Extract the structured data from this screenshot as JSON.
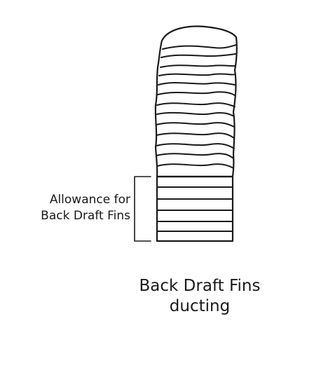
{
  "allowance_label": {
    "line1": "Allowance for",
    "line2": "Back Draft Fins"
  },
  "caption": {
    "line1": "Back Draft Fins",
    "line2": "ducting"
  },
  "colors": {
    "stroke": "#1a1a1a",
    "background": "#ffffff"
  }
}
